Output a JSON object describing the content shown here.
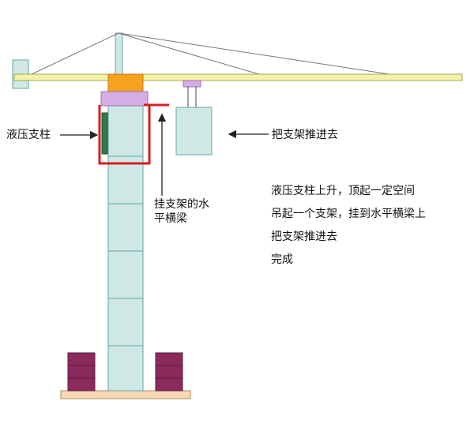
{
  "labels": {
    "hydraulic_support": "液压支柱",
    "push_frame": "把支架推进去",
    "beam_line1": "挂支架的水",
    "beam_line2": "平横梁"
  },
  "steps": [
    "液压支柱上升，顶起一定空间",
    "吊起一个支架，挂到水平横梁上",
    "把支架推进去",
    "完成"
  ],
  "colors": {
    "mast": "#cfe8e6",
    "jib": "#f4f2a8",
    "slewing": "#f5a21e",
    "climbing_frame": "#d6aee6",
    "highlight": "#d21f1f",
    "ballast": "#8b2a5c",
    "base": "#f3d9b6",
    "cylinder": "#2e7d4c"
  }
}
